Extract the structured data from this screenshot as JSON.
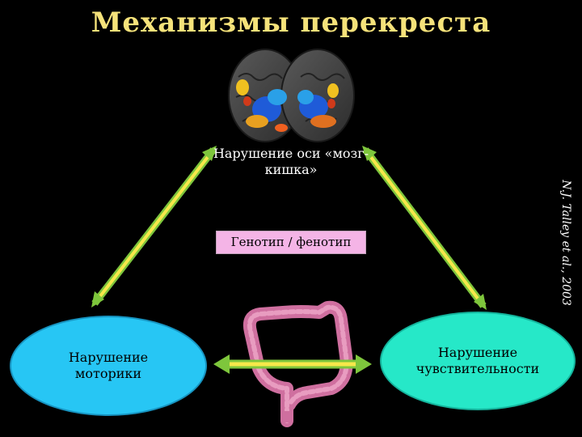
{
  "title": "Механизмы перекреста",
  "brain_label": "Нарушение оси «мозг-кишка»",
  "genotype_label": "Генотип / фенотип",
  "citation": "N.J. Talley et al., 2003",
  "left_node": {
    "line1": "Нарушение",
    "line2": "моторики"
  },
  "right_node": {
    "line1": "Нарушение",
    "line2": "чувствительности"
  },
  "colors": {
    "title": "#f5e27a",
    "arrow_outer": "#7ec63c",
    "arrow_inner": "#f7e84a",
    "left_ellipse": "#27c6f4",
    "right_ellipse": "#26e8c8",
    "genotype_box": "#f4b4e6",
    "intestine": "#cf6f9f"
  }
}
